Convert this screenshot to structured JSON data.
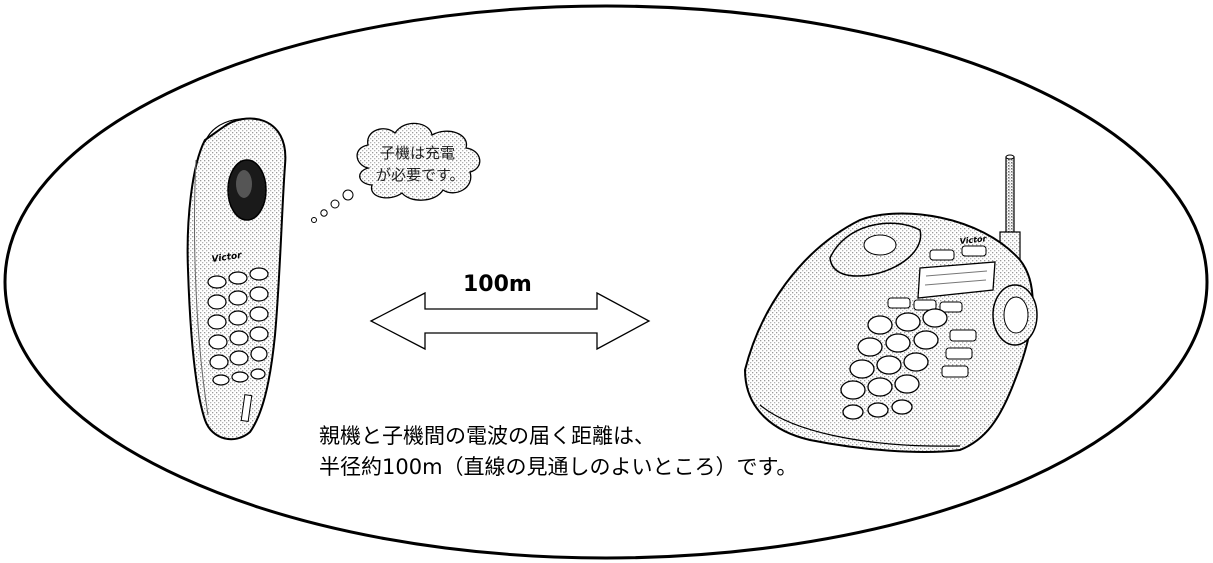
{
  "diagram": {
    "distance_label": "100m",
    "thought_bubble": {
      "line1": "子機は充電",
      "line2": "が必要です。"
    },
    "caption": {
      "line1": "親機と子機間の電波の届く距離は、",
      "line2": "半径約100m（直線の見通しのよいところ）です。"
    },
    "handset_brand": "Victor",
    "base_brand": "Victor",
    "icons": [
      "cordless-handset-icon",
      "base-station-phone-icon",
      "double-arrow-icon",
      "thought-bubble-icon"
    ],
    "colors": {
      "ink": "#000000",
      "paper": "#ffffff",
      "shade": "#d9d9d9"
    }
  }
}
